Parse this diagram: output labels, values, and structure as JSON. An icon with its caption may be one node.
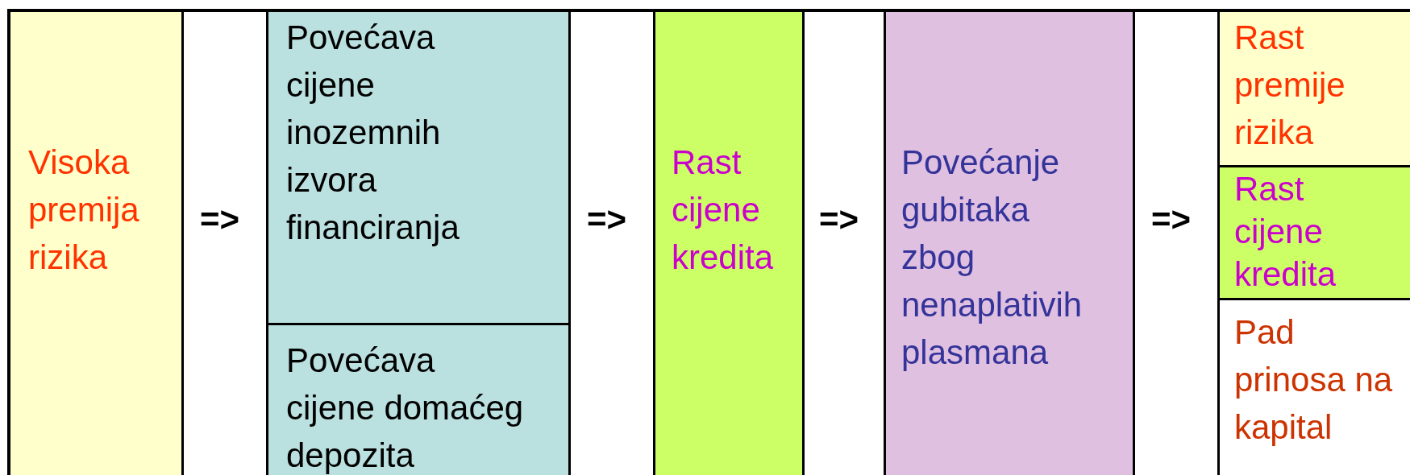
{
  "diagram": {
    "nodes": [
      {
        "text": [
          "Visoka premija rizika"
        ]
      },
      {
        "text": [
          "=>"
        ]
      },
      {
        "text": [
          "Povećava cijene inozemnih izvora financiranja"
        ]
      },
      {
        "text": [
          "Povećava cijene domaćeg depozita"
        ]
      },
      {
        "text": [
          "=>"
        ]
      },
      {
        "text": [
          "Rast cijene kredita"
        ]
      },
      {
        "text": [
          "=>"
        ]
      },
      {
        "text": [
          "Povećanje gubitaka zbog nenaplativih plasmana"
        ]
      },
      {
        "text": [
          "=>"
        ]
      },
      {
        "text": [
          "Rast premije rizika"
        ]
      },
      {
        "text": [
          "Rast cijene kredita"
        ]
      },
      {
        "text": [
          "Pad prinosa na kapital"
        ]
      }
    ]
  }
}
